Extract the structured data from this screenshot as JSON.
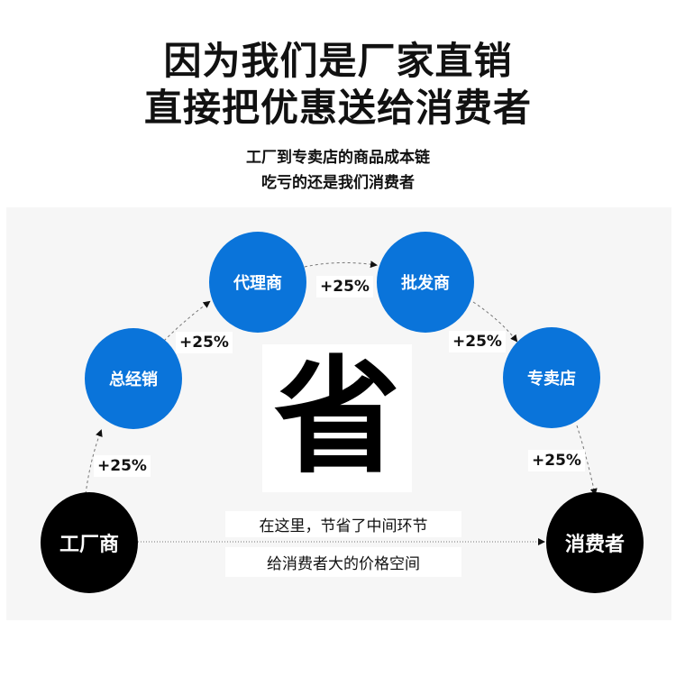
{
  "headline": [
    "因为我们是厂家直销",
    "直接把优惠送给消费者"
  ],
  "subhead": [
    "工厂到专卖店的商品成本链",
    "吃亏的还是我们消费者"
  ],
  "nodes": {
    "factory": "工厂商",
    "general": "总经销",
    "agent": "代理商",
    "wholesale": "批发商",
    "store": "专卖店",
    "consumer": "消费者"
  },
  "markup": "+25%",
  "save_char": "省",
  "note": [
    "在这里，节省了中间环节",
    "给消费者大的价格空间"
  ],
  "colors": {
    "blue": "#0a74da",
    "black": "#000000"
  }
}
